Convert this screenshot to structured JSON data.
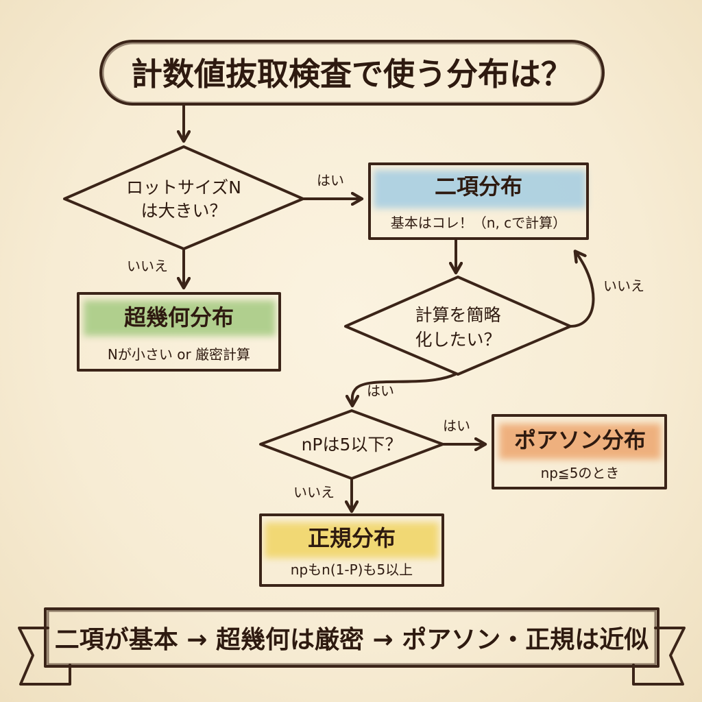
{
  "title": "計数値抜取検査で使う分布は？",
  "decisions": {
    "lot_size": {
      "line1": "ロットサイズN",
      "line2": "は大きい？"
    },
    "simplify": {
      "line1": "計算を簡略",
      "line2": "化したい？"
    },
    "np_check": {
      "line1": "nPは5以下？"
    }
  },
  "edges": {
    "lot_yes": "はい",
    "lot_no": "いいえ",
    "simplify_no": "いいえ",
    "simplify_yes": "はい",
    "np_yes": "はい",
    "np_no": "いいえ"
  },
  "results": {
    "binomial": {
      "title": "二項分布",
      "sub": "基本はコレ！（n, cで計算）",
      "color": "#a9cfe2"
    },
    "hypergeometric": {
      "title": "超幾何分布",
      "sub": "Nが小さい or 厳密計算",
      "color": "#a9cc86"
    },
    "poisson": {
      "title": "ポアソン分布",
      "sub": "np≦5のとき",
      "color": "#eeaa74"
    },
    "normal": {
      "title": "正規分布",
      "sub": "npもn(1-P)も5以上",
      "color": "#f1d66a"
    }
  },
  "banner": "二項が基本 → 超幾何は厳密 → ポアソン・正規は近似",
  "colors": {
    "ink": "#3b2418",
    "paper": "#f8eed8"
  }
}
